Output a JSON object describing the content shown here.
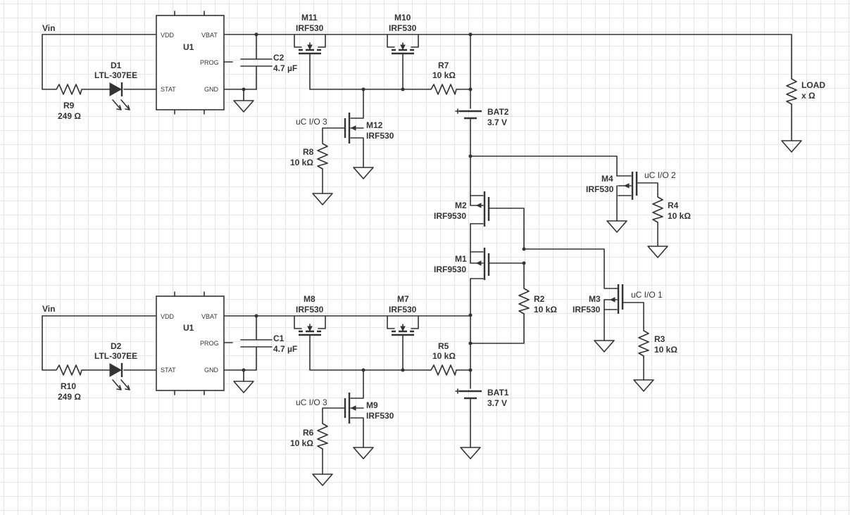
{
  "net_labels": {
    "vin_top": "Vin",
    "vin_bottom": "Vin",
    "uc_io3_top": "uC I/O 3",
    "uc_io3_bottom": "uC I/O 3",
    "uc_io2": "uC I/O 2",
    "uc_io1": "uC I/O 1"
  },
  "ic_top": {
    "name": "U1",
    "pins": {
      "vdd": "VDD",
      "vbat": "VBAT",
      "prog": "PROG",
      "stat": "STAT",
      "gnd": "GND"
    }
  },
  "ic_bottom": {
    "name": "U1",
    "pins": {
      "vdd": "VDD",
      "vbat": "VBAT",
      "prog": "PROG",
      "stat": "STAT",
      "gnd": "GND"
    }
  },
  "components": {
    "M11": {
      "ref": "M11",
      "value": "IRF530"
    },
    "M10": {
      "ref": "M10",
      "value": "IRF530"
    },
    "M12": {
      "ref": "M12",
      "value": "IRF530"
    },
    "M8": {
      "ref": "M8",
      "value": "IRF530"
    },
    "M7": {
      "ref": "M7",
      "value": "IRF530"
    },
    "M9": {
      "ref": "M9",
      "value": "IRF530"
    },
    "M4": {
      "ref": "M4",
      "value": "IRF530"
    },
    "M3": {
      "ref": "M3",
      "value": "IRF530"
    },
    "M2": {
      "ref": "M2",
      "value": "IRF9530"
    },
    "M1": {
      "ref": "M1",
      "value": "IRF9530"
    },
    "C2": {
      "ref": "C2",
      "value": "4.7 µF"
    },
    "C1": {
      "ref": "C1",
      "value": "4.7 µF"
    },
    "R7": {
      "ref": "R7",
      "value": "10 kΩ"
    },
    "R5": {
      "ref": "R5",
      "value": "10 kΩ"
    },
    "R8": {
      "ref": "R8",
      "value": "10 kΩ"
    },
    "R6": {
      "ref": "R6",
      "value": "10 kΩ"
    },
    "R4": {
      "ref": "R4",
      "value": "10 kΩ"
    },
    "R3": {
      "ref": "R3",
      "value": "10 kΩ"
    },
    "R2": {
      "ref": "R2",
      "value": "10 kΩ"
    },
    "R9": {
      "ref": "R9",
      "value": "249 Ω"
    },
    "R10": {
      "ref": "R10",
      "value": "249 Ω"
    },
    "D1": {
      "ref": "D1",
      "value": "LTL-307EE"
    },
    "D2": {
      "ref": "D2",
      "value": "LTL-307EE"
    },
    "BAT2": {
      "ref": "BAT2",
      "value": "3.7 V"
    },
    "BAT1": {
      "ref": "BAT1",
      "value": "3.7 V"
    },
    "LOAD": {
      "ref": "LOAD",
      "value": "x Ω"
    }
  },
  "colors": {
    "wire": "#333333",
    "grid": "#e6e6e6",
    "background": "#ffffff"
  }
}
